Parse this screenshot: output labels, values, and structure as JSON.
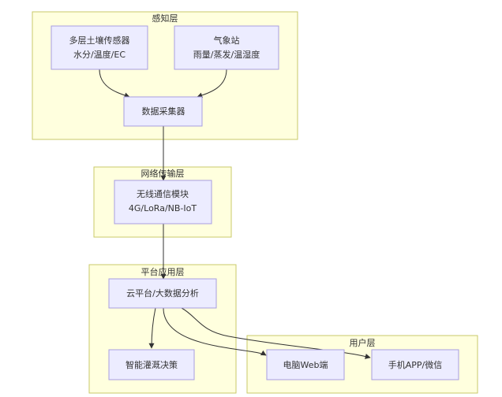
{
  "clusters": {
    "perception": {
      "title": "感知层"
    },
    "network": {
      "title": "网络传输层"
    },
    "platform": {
      "title": "平台应用层"
    },
    "user": {
      "title": "用户层"
    }
  },
  "nodes": {
    "soil_sensor": {
      "line1": "多层土壤传感器",
      "line2": "水分/温度/EC"
    },
    "weather_station": {
      "line1": "气象站",
      "line2": "雨量/蒸发/温湿度"
    },
    "data_collector": {
      "line1": "数据采集器"
    },
    "wireless_module": {
      "line1": "无线通信模块",
      "line2": "4G/LoRa/NB-IoT"
    },
    "cloud_platform": {
      "line1": "云平台/大数据分析"
    },
    "irrigation_decision": {
      "line1": "智能灌溉决策"
    },
    "pc_web": {
      "line1": "电脑Web端"
    },
    "mobile_app": {
      "line1": "手机APP/微信"
    }
  },
  "colors": {
    "cluster_fill": "#ffffde",
    "cluster_stroke": "#c9c96a",
    "node_fill": "#ececff",
    "node_stroke": "#a79ee0",
    "edge": "#333333"
  }
}
